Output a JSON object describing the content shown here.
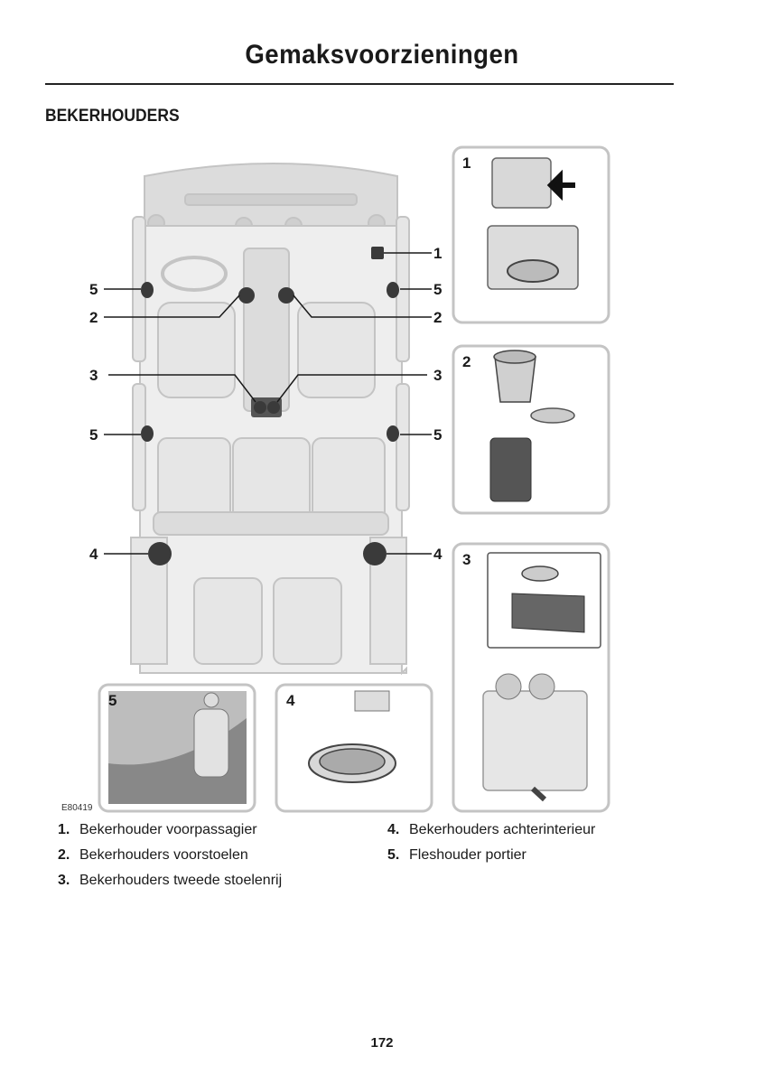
{
  "header": {
    "title": "Gemaksvoorzieningen"
  },
  "section": {
    "heading": "BEKERHOUDERS"
  },
  "figure": {
    "code": "E80419",
    "callouts": {
      "c1": "1",
      "c2l": "2",
      "c2r": "2",
      "c3l": "3",
      "c3r": "3",
      "c4l": "4",
      "c4r": "4",
      "c5la": "5",
      "c5ra": "5",
      "c5lb": "5",
      "c5rb": "5"
    },
    "insets": {
      "i1": "1",
      "i2": "2",
      "i3": "3",
      "i4": "4",
      "i5": "5"
    }
  },
  "legend": {
    "left": [
      {
        "num": "1.",
        "text": "Bekerhouder voorpassagier"
      },
      {
        "num": "2.",
        "text": "Bekerhouders voorstoelen"
      },
      {
        "num": "3.",
        "text": "Bekerhouders tweede stoelenrij"
      }
    ],
    "right": [
      {
        "num": "4.",
        "text": "Bekerhouders achterinterieur"
      },
      {
        "num": "5.",
        "text": "Fleshouder portier"
      }
    ]
  },
  "footer": {
    "page_number": "172"
  }
}
